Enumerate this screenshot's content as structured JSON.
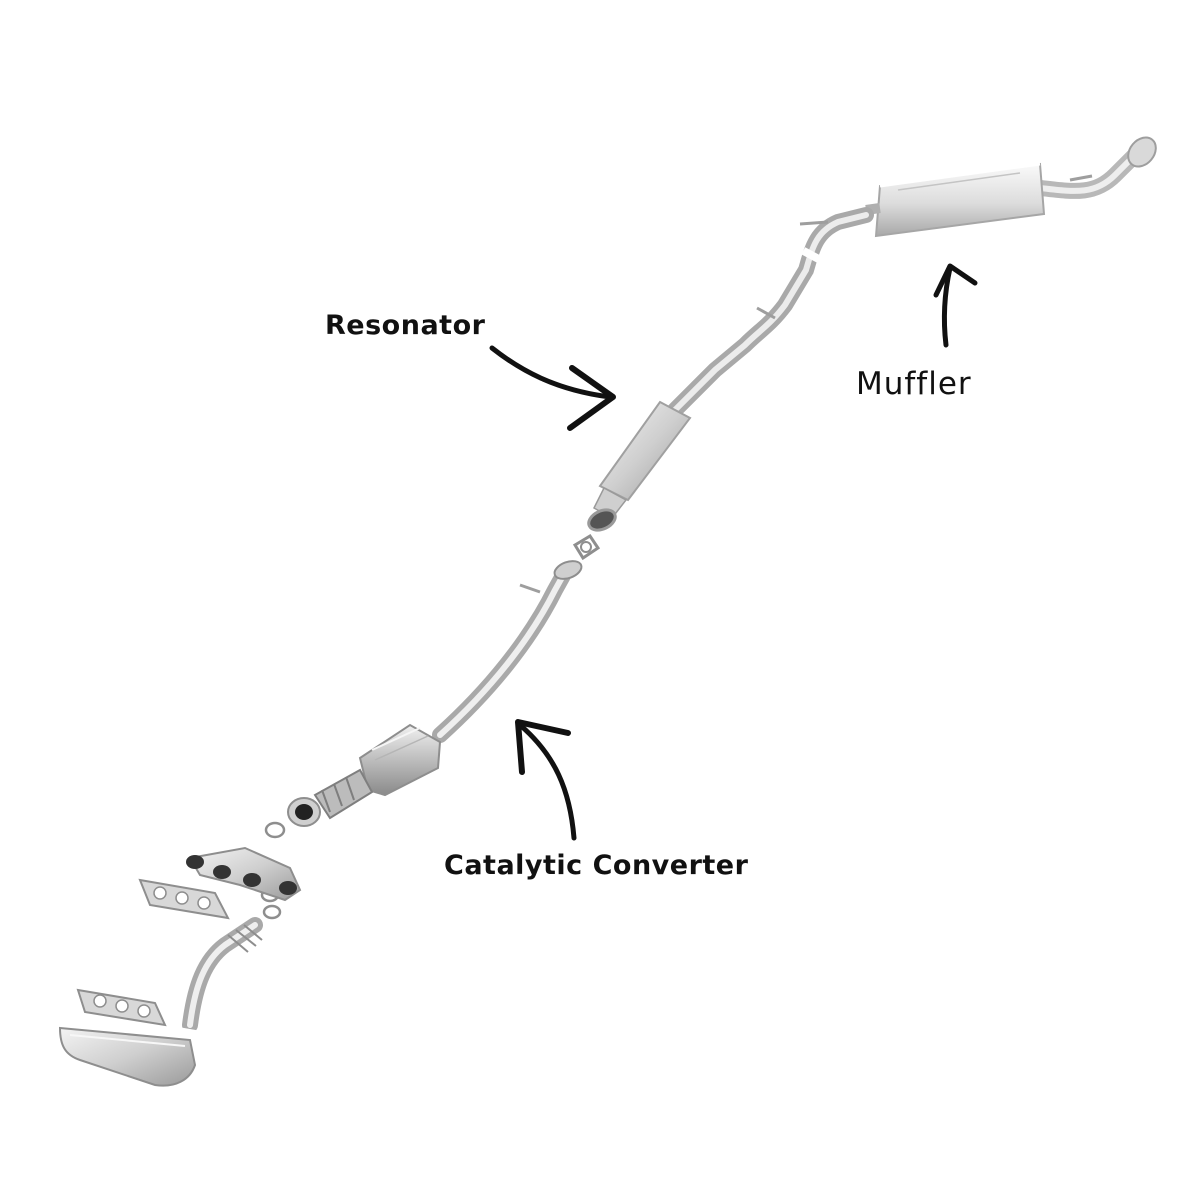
{
  "labels": {
    "resonator": "Resonator",
    "muffler": "Muffler",
    "catalytic_converter": "Catalytic Converter"
  },
  "colors": {
    "metal_light": "#f2f2f2",
    "metal_mid": "#c9c9c9",
    "metal_dark": "#8e8e8e",
    "arrow": "#111111",
    "text": "#111111"
  }
}
